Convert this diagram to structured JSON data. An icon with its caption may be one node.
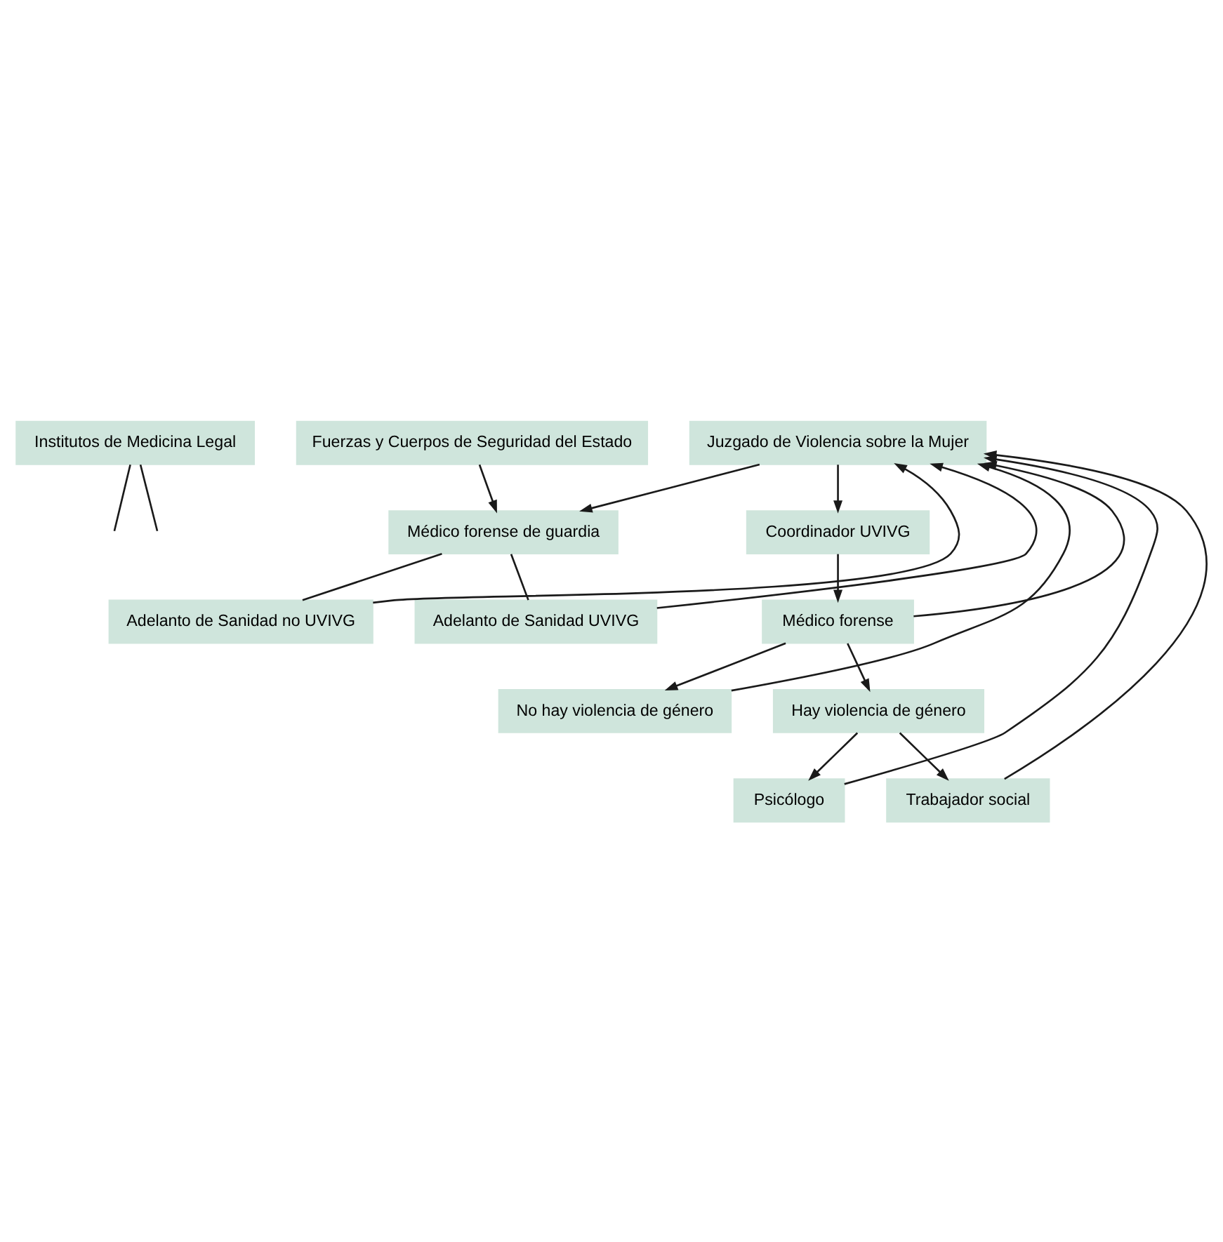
{
  "diagram": {
    "nodes": [
      {
        "text": [
          "Institutos de Medicina Legal"
        ]
      },
      {
        "text": [
          "Fuerzas y Cuerpos de Seguridad del Estado"
        ]
      },
      {
        "text": [
          "Médico forense de guardia"
        ]
      },
      {
        "text": [
          "Juzgado de Violencia sobre la Mujer"
        ]
      },
      {
        "text": [
          "Adelanto de Sanidad no UVIVG"
        ]
      },
      {
        "text": [
          "Adelanto de Sanidad UVIVG"
        ]
      },
      {
        "text": [
          "Coordinador UVIVG"
        ]
      },
      {
        "text": [
          "No hay violencia de género"
        ]
      },
      {
        "text": [
          "Médico forense"
        ]
      },
      {
        "text": [
          "Hay violencia de género"
        ]
      },
      {
        "text": [
          "Psicólogo"
        ]
      },
      {
        "text": [
          "Trabajador social"
        ]
      }
    ],
    "edges": [
      {
        "from": 0,
        "to": null,
        "arrow": "none"
      },
      {
        "from": 0,
        "to": null,
        "arrow": "none"
      },
      {
        "from": 1,
        "to": 2,
        "arrow": "to"
      },
      {
        "from": 3,
        "to": 2,
        "arrow": "to"
      },
      {
        "from": 2,
        "to": 4,
        "arrow": "none"
      },
      {
        "from": 2,
        "to": 5,
        "arrow": "none"
      },
      {
        "from": 4,
        "to": 3,
        "arrow": "to"
      },
      {
        "from": 5,
        "to": 3,
        "arrow": "to"
      },
      {
        "from": 3,
        "to": 6,
        "arrow": "to"
      },
      {
        "from": 6,
        "to": 8,
        "arrow": "to"
      },
      {
        "from": 8,
        "to": 7,
        "arrow": "to"
      },
      {
        "from": 8,
        "to": 9,
        "arrow": "to"
      },
      {
        "from": 7,
        "to": 3,
        "arrow": "to"
      },
      {
        "from": 8,
        "to": 3,
        "arrow": "to"
      },
      {
        "from": 9,
        "to": 10,
        "arrow": "to"
      },
      {
        "from": 9,
        "to": 11,
        "arrow": "to"
      },
      {
        "from": 10,
        "to": 3,
        "arrow": "to"
      },
      {
        "from": 11,
        "to": 3,
        "arrow": "to"
      }
    ]
  }
}
